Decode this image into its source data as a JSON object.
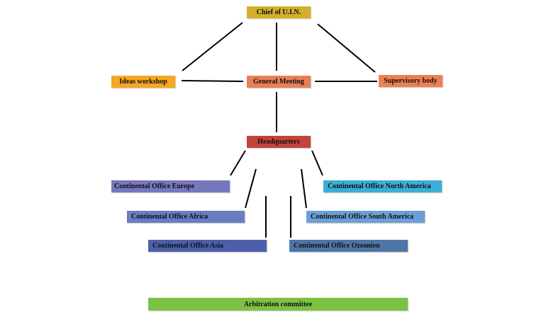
{
  "nodes": {
    "chief": {
      "label": "Chief of U.I.N.",
      "color": "#d3b02c"
    },
    "ideas_workshop": {
      "label": "Ideas workshop",
      "color": "#f6a623"
    },
    "general_meeting": {
      "label": "General Meeting",
      "color": "#ea7f57"
    },
    "supervisory_body": {
      "label": "Supervisory body",
      "color": "#ee7f54"
    },
    "headquarters": {
      "label": "Headquarters",
      "color": "#c1433a"
    },
    "office_europe": {
      "label": "Continental Office Europe",
      "color": "#7677bd"
    },
    "office_africa": {
      "label": "Continental Office Africa",
      "color": "#6a7dc2"
    },
    "office_asia": {
      "label": "Continental Office Asia",
      "color": "#4d5fab"
    },
    "office_north_america": {
      "label": "Continental Office North America",
      "color": "#3aaed6"
    },
    "office_south_america": {
      "label": "Continental Office South America",
      "color": "#6c9fd6"
    },
    "office_ozeanien": {
      "label": "Continental Office Ozeanien",
      "color": "#4d76a6"
    },
    "arbitration": {
      "label": "Arbitration committee",
      "color": "#7dc142"
    }
  }
}
